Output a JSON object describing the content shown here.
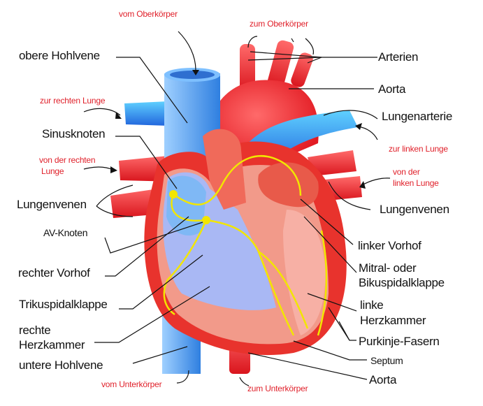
{
  "labels": {
    "obere_hohlvene": "obere Hohlvene",
    "sinusknoten": "Sinusknoten",
    "lungenvenen_left": "Lungenvenen",
    "av_knoten": "AV-Knoten",
    "rechter_vorhof": "rechter Vorhof",
    "trikuspidalklappe": "Trikuspidalklappe",
    "rechte_herzkammer_1": "rechte",
    "rechte_herzkammer_2": "Herzkammer",
    "untere_hohlvene": "untere Hohlvene",
    "arterien": "Arterien",
    "aorta_top": "Aorta",
    "lungenarterie": "Lungenarterie",
    "lungenvenen_right": "Lungenvenen",
    "linker_vorhof": "linker Vorhof",
    "mitral_1": "Mitral- oder",
    "mitral_2": "Bikuspidalklappe",
    "linke_herzkammer_1": "linke",
    "linke_herzkammer_2": "Herzkammer",
    "purkinje": "Purkinje-Fasern",
    "septum": "Septum",
    "aorta_bottom": "Aorta"
  },
  "flow_labels": {
    "vom_oberkoerper": "vom Oberkörper",
    "zum_oberkoerper": "zum Oberkörper",
    "zur_rechten_lunge": "zur rechten Lunge",
    "von_der_rechten_lunge_1": "von der rechten",
    "von_der_rechten_lunge_2": "Lunge",
    "zur_linken_lunge": "zur linken Lunge",
    "von_der_linken_lunge_1": "von der",
    "von_der_linken_lunge_2": "linken Lunge",
    "vom_unterkoerper": "vom Unterkörper",
    "zum_unterkoerper": "zum Unterkörper"
  },
  "colors": {
    "oxygenated": "#e8262c",
    "deoxygenated": "#3b8fe6",
    "nerve": "#f2e600",
    "flow_label": "#e0202a"
  }
}
